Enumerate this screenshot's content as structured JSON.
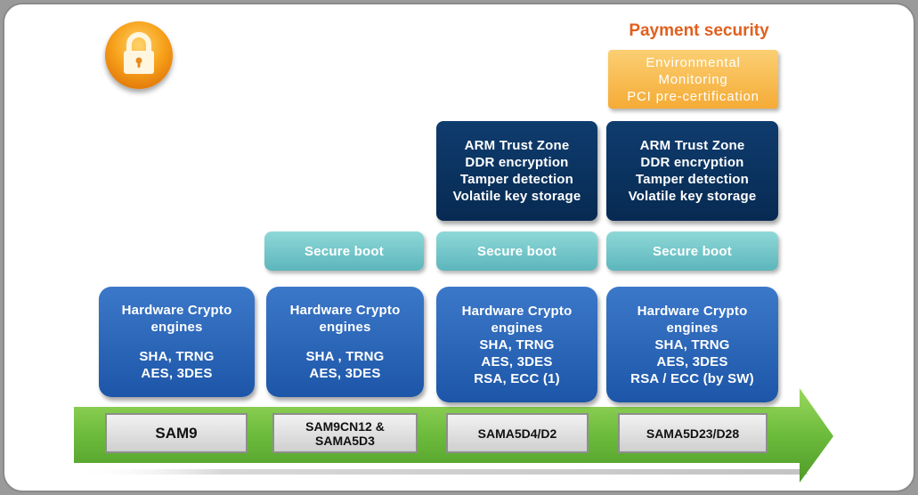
{
  "header": {
    "payment_security": "Payment security"
  },
  "payment_box": [
    "Environmental",
    "Monitoring",
    "PCI pre-certification"
  ],
  "trust_zone": [
    "ARM Trust Zone",
    "DDR encryption",
    "Tamper detection",
    "Volatile key storage"
  ],
  "secure_boot": "Secure boot",
  "crypto": {
    "sam9": [
      "Hardware Crypto",
      "engines",
      "",
      "SHA, TRNG",
      "AES, 3DES"
    ],
    "sam9cn12": [
      "Hardware Crypto",
      "engines",
      "",
      "SHA , TRNG",
      "AES, 3DES"
    ],
    "sama5d4": [
      "Hardware Crypto",
      "engines",
      "SHA, TRNG",
      "AES, 3DES",
      "RSA, ECC (1)"
    ],
    "sama5d23": [
      "Hardware Crypto",
      "engines",
      "SHA, TRNG",
      "AES, 3DES",
      "RSA / ECC (by SW)"
    ]
  },
  "chips": {
    "sam9": "SAM9",
    "sam9cn12_line1": "SAM9CN12 &",
    "sam9cn12_line2": "SAMA5D3",
    "sama5d4": "SAMA5D4/D2",
    "sama5d23": "SAMA5D23/D28"
  },
  "colors": {
    "accent_orange": "#e0601e",
    "crypto_blue": "#2a63b5",
    "boot_teal": "#74c6ca",
    "trust_navy": "#0b3461",
    "payment_orange": "#f7b545",
    "arrow_green": "#6cbb3c"
  },
  "icons": {
    "lock": "padlock-icon"
  }
}
